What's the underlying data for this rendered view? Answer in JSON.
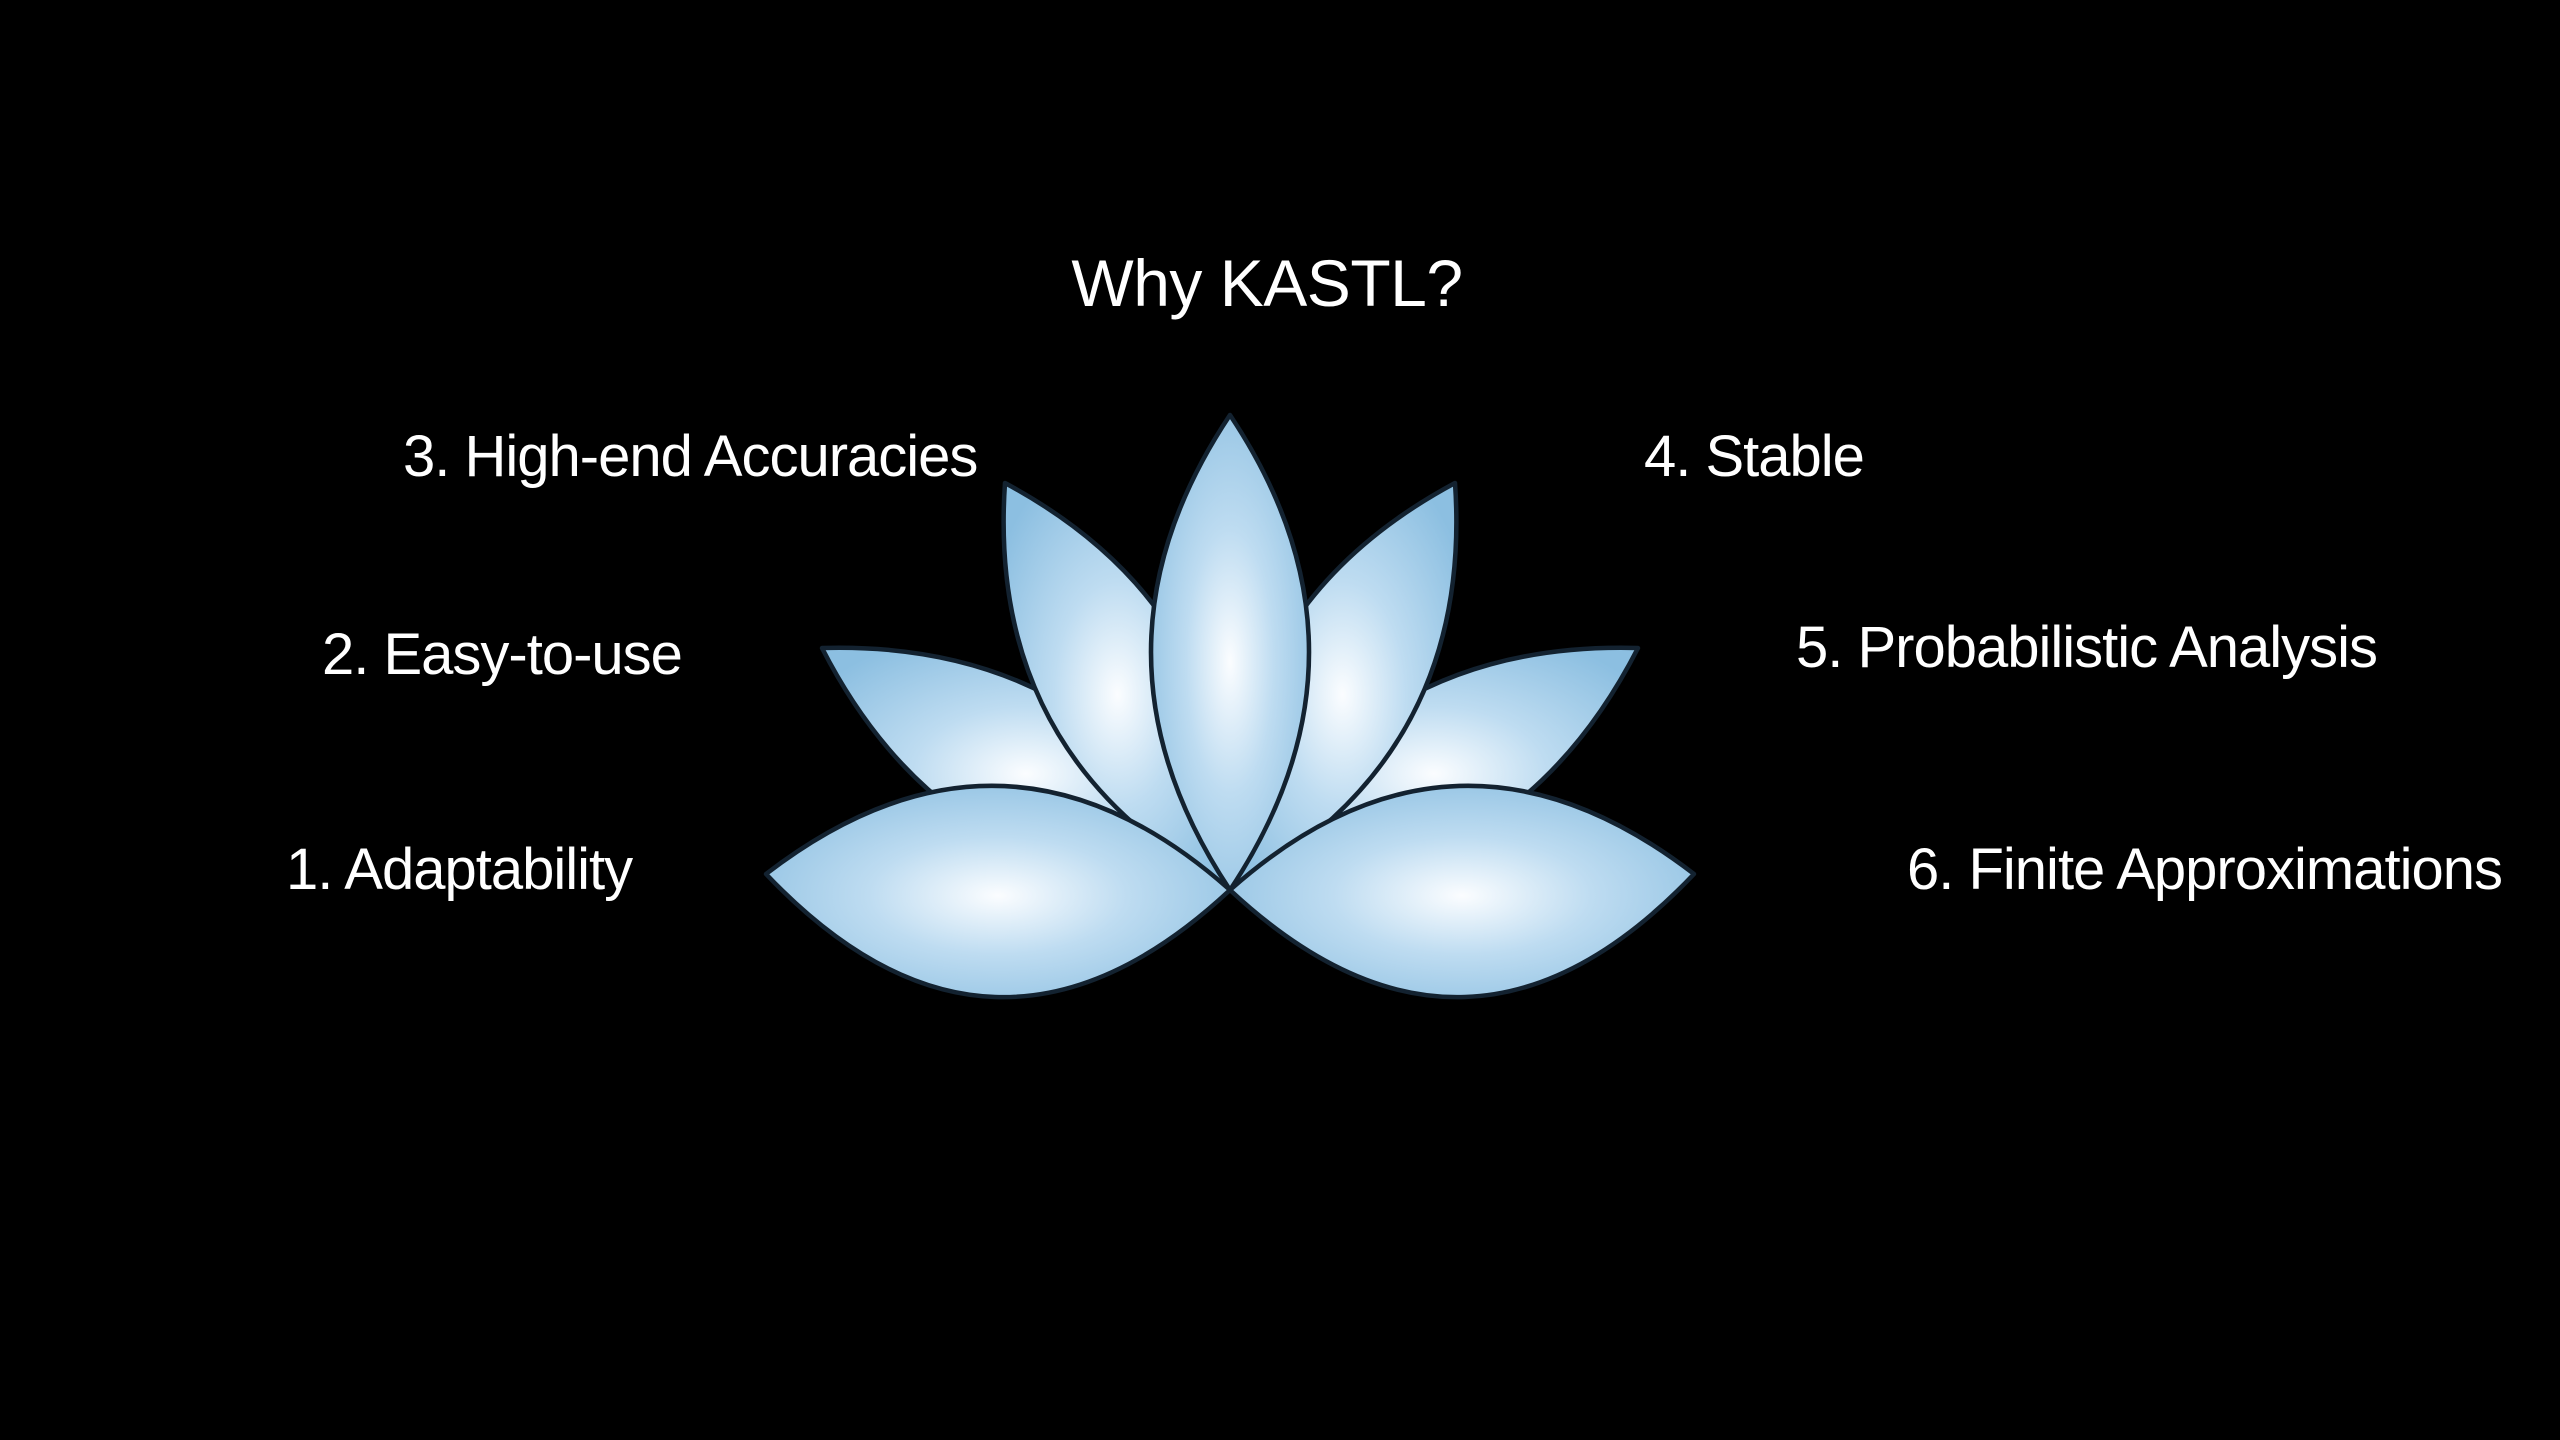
{
  "slide": {
    "title": "Why KASTL?",
    "background_color": "#000000",
    "text_color": "#ffffff"
  },
  "features": [
    {
      "label": "1. Adaptability"
    },
    {
      "label": "2. Easy-to-use"
    },
    {
      "label": "3. High-end Accuracies"
    },
    {
      "label": "4. Stable"
    },
    {
      "label": "5. Probabilistic Analysis"
    },
    {
      "label": "6. Finite Approximations"
    }
  ],
  "lotus": {
    "petal_count": 7,
    "petal_fill_core": "#fbfdff",
    "petal_fill_mid": "#bedcf1",
    "petal_fill_edge": "#8cbfe1",
    "petal_outline": "#132230"
  }
}
